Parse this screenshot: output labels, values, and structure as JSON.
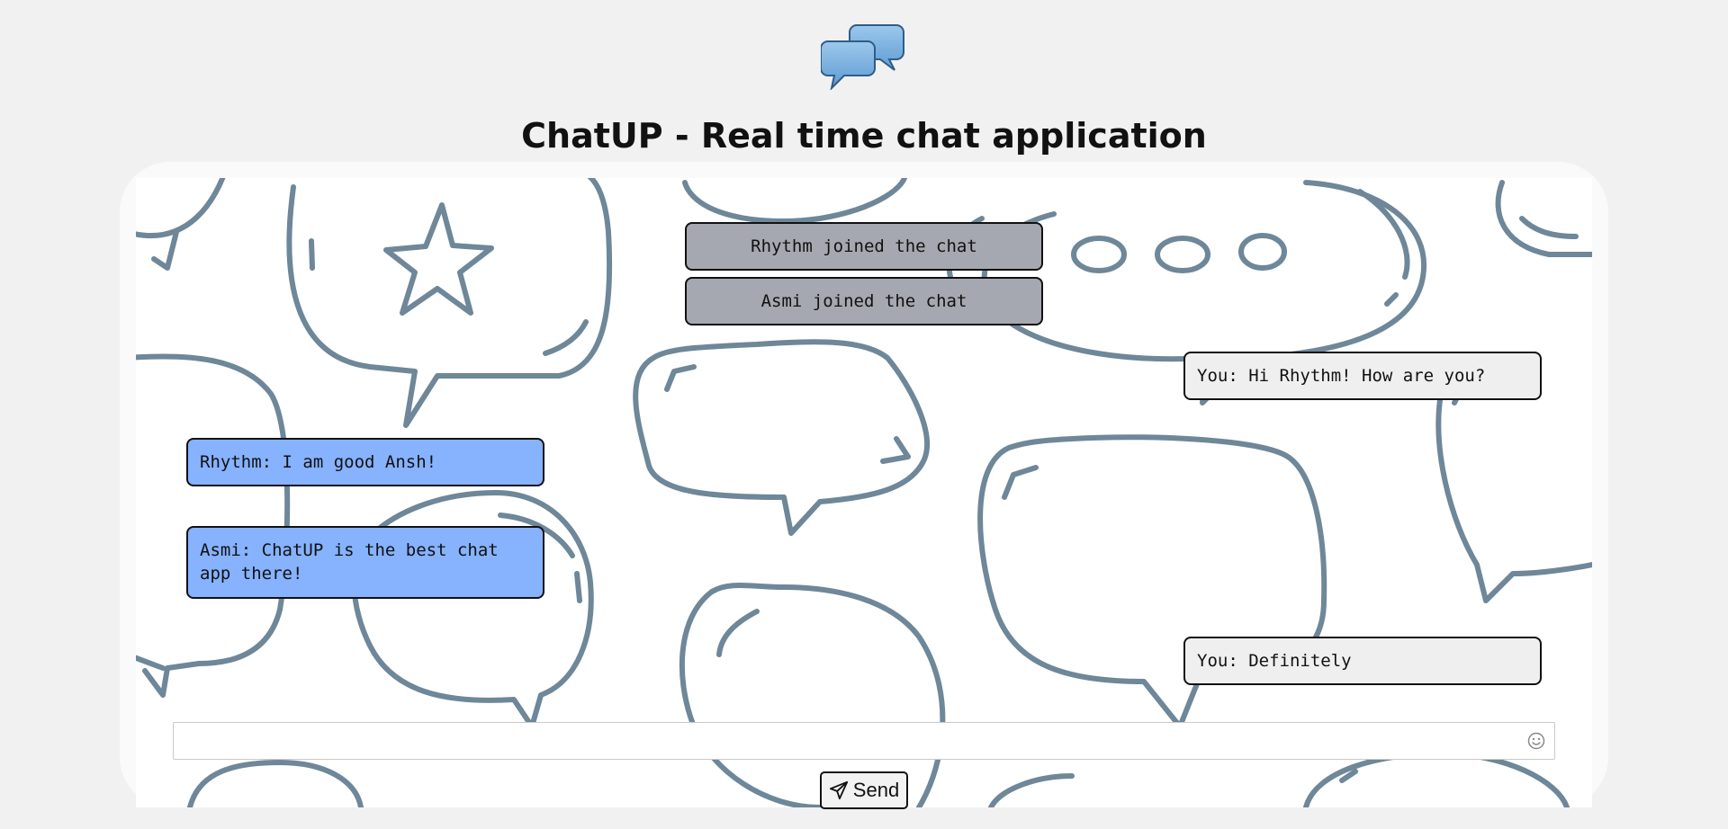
{
  "header": {
    "logo_icon": "chat-bubbles-icon",
    "title": "ChatUP - Real time chat application"
  },
  "messages": [
    {
      "type": "system",
      "text": "Rhythm joined the chat"
    },
    {
      "type": "system",
      "text": "Asmi joined the chat"
    },
    {
      "type": "outgoing",
      "text": "You: Hi Rhythm! How are you?"
    },
    {
      "type": "incoming",
      "text": "Rhythm: I am good Ansh!"
    },
    {
      "type": "incoming",
      "text": "Asmi: ChatUP is the best chat app there!"
    },
    {
      "type": "outgoing",
      "text": "You: Definitely"
    }
  ],
  "composer": {
    "input_value": "",
    "input_placeholder": "",
    "emoji_icon": "smiley-icon",
    "send_label": "Send",
    "send_icon": "paper-plane-icon"
  },
  "colors": {
    "page_background": "#f1f1f1",
    "system_message": "#a6a8b1",
    "incoming_message": "#86b2fe",
    "outgoing_message": "#efefef",
    "background_doodle": "#6e8799"
  }
}
